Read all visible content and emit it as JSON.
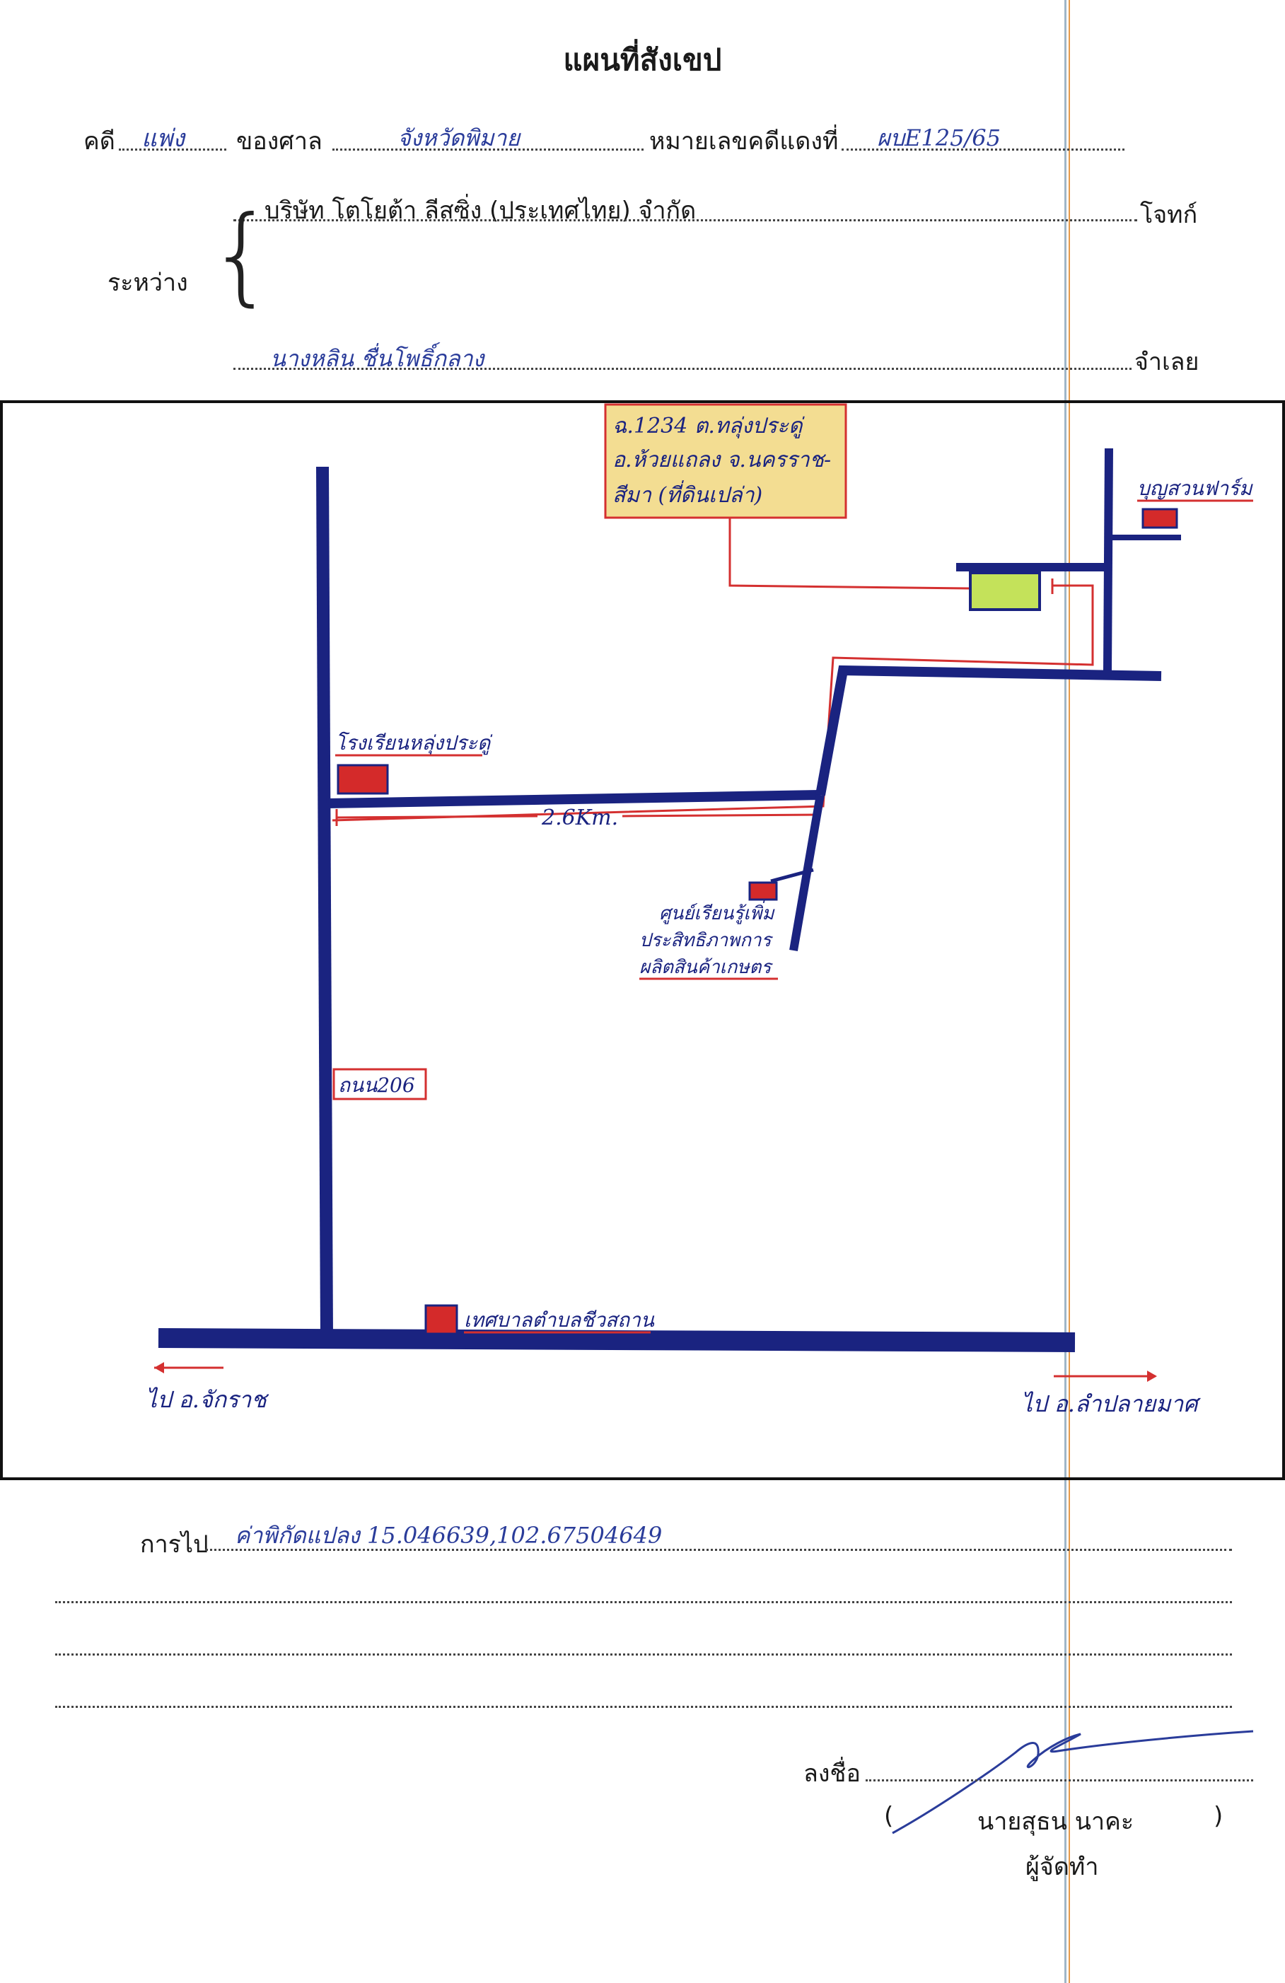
{
  "title": "แผนที่สังเขป",
  "header": {
    "case_label": "คดี",
    "case_type": "แพ่ง",
    "court_label": "ของศาล",
    "court_name": "จังหวัดพิมาย",
    "red_case_label": "หมายเลขคดีแดงที่",
    "red_case_no": "ผบE125/65",
    "between_label": "ระหว่าง",
    "plaintiff": "บริษัท โตโยต้า ลีสซิ่ง (ประเทศไทย) จำกัด",
    "plaintiff_role": "โจทก์",
    "defendant": "นางหลิน ชื่นโพธิ์กลาง",
    "defendant_role": "จำเลย"
  },
  "map": {
    "location_note": [
      "ฉ.1234 ต.ทลุ่งประดู่",
      "อ.ห้วยแถลง จ.นครราช-",
      "สีมา (ที่ดินเปล่า)"
    ],
    "landmarks": {
      "farm": "บุญสวนฟาร์ม",
      "school": "โรงเรียนหลุ่งประดู่",
      "learning_center": [
        "ศูนย์เรียนรู้เพิ่ม",
        "ประสิทธิภาพการ",
        "ผลิตสินค้าเกษตร"
      ],
      "road": "ถนน206",
      "municipality": "เทศบาลตำบลชีวสถาน"
    },
    "distance": "2.6Km.",
    "direction_left": "ไป อ.จักราช",
    "direction_right": "ไป อ.ลำปลายมาศ",
    "colors": {
      "road": "#1a2380",
      "marker": "#d42a2a",
      "target": "#c4e25a",
      "note_fill": "#f3dd92",
      "route": "#d43030"
    }
  },
  "footer": {
    "route_label": "การไป",
    "route_value": "ค่าพิกัดแปลง 15.046639,102.67504649",
    "sign_label": "ลงชื่อ",
    "signer_open": "(",
    "signer_name": "นายสุธน  นาคะ",
    "signer_close": ")",
    "signer_role": "ผู้จัดทำ"
  }
}
